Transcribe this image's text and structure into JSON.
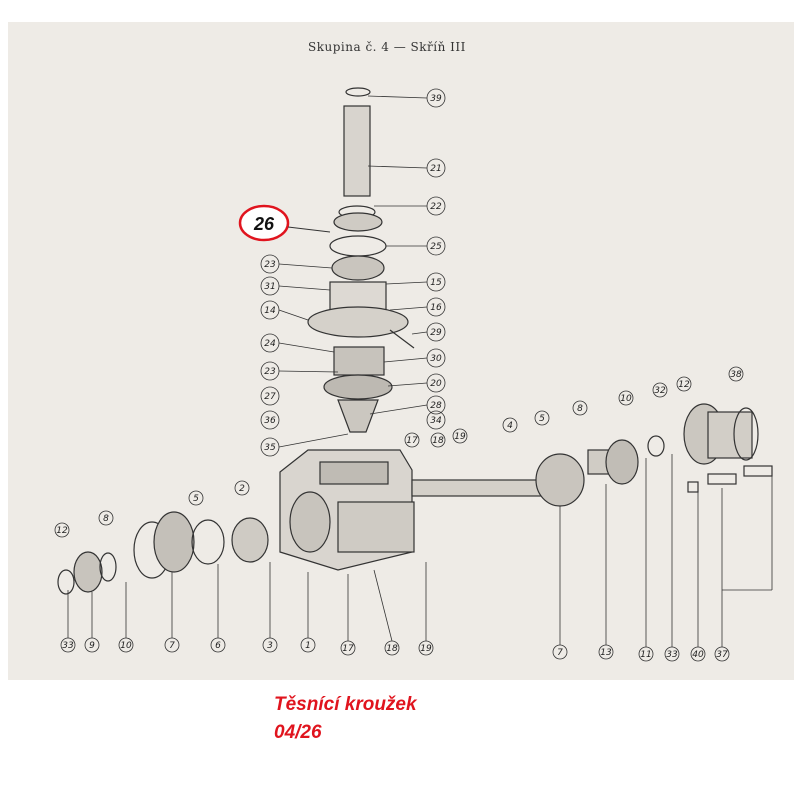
{
  "diagram": {
    "title": "Skupina č. 4 — Skříň III",
    "highlight_label": "26",
    "highlight_color": "#e0141e",
    "callouts": [
      "39",
      "21",
      "22",
      "25",
      "23",
      "15",
      "31",
      "16",
      "14",
      "29",
      "24",
      "30",
      "23",
      "20",
      "27",
      "28",
      "36",
      "34",
      "35",
      "17",
      "18",
      "19",
      "4",
      "5",
      "8",
      "10",
      "32",
      "12",
      "38",
      "2",
      "5",
      "12",
      "8",
      "33",
      "9",
      "10",
      "7",
      "6",
      "3",
      "1",
      "17",
      "18",
      "19",
      "7",
      "13",
      "11",
      "33",
      "40",
      "37"
    ]
  },
  "caption": {
    "title": "Těsnící kroužek",
    "code": "04/26"
  }
}
